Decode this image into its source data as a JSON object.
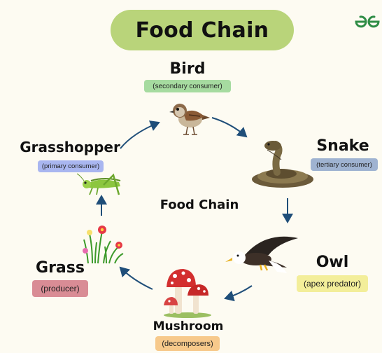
{
  "title": "Food Chain",
  "center_label": "Food Chain",
  "brand_color": "#2f8d46",
  "nodes": {
    "bird": {
      "name": "Bird",
      "role": "(secondary consumer)",
      "tag_color": "#a6dba0"
    },
    "snake": {
      "name": "Snake",
      "role": "(tertiary consumer)",
      "tag_color": "#9fb3d1"
    },
    "owl": {
      "name": "Owl",
      "role": "(apex predator)",
      "tag_color": "#f3ee9a"
    },
    "mushroom": {
      "name": "Mushroom",
      "role": "(decomposers)",
      "tag_color": "#f7c98b"
    },
    "grass": {
      "name": "Grass",
      "role": "(producer)",
      "tag_color": "#d98c95"
    },
    "grasshopper": {
      "name": "Grasshopper",
      "role": "(primary consumer)",
      "tag_color": "#a9b6f0"
    }
  },
  "arrow_color": "#1f4e79",
  "icons": {
    "bird": "sparrow-icon",
    "snake": "snake-icon",
    "owl": "eagle-icon",
    "mushroom": "mushroom-icon",
    "grass": "grass-flowers-icon",
    "grasshopper": "grasshopper-icon",
    "brand": "gfg-logo-icon"
  }
}
